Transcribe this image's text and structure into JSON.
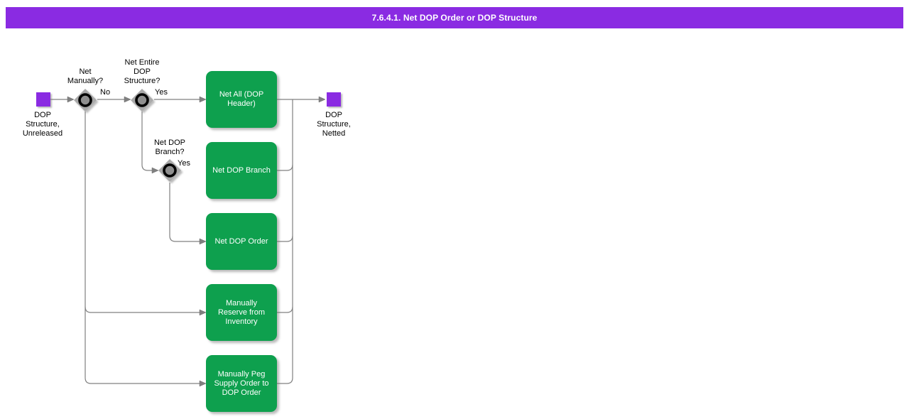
{
  "title_bar": {
    "text": "7.6.4.1. Net DOP Order or DOP Structure",
    "background_color": "#8A2BE2",
    "text_color": "#FFFFFF"
  },
  "colors": {
    "activity_green": "#0EA04E",
    "terminal_purple": "#8A2BE2",
    "connector_gray": "#808080",
    "decision_gray": "#A9A9A9"
  },
  "nodes": {
    "start": {
      "label": "DOP\nStructure,\nUnreleased"
    },
    "end": {
      "label": "DOP\nStructure,\nNetted"
    }
  },
  "decisions": [
    {
      "question": "Net\nManually?",
      "branch_label": "No"
    },
    {
      "question": "Net Entire\nDOP\nStructure?",
      "branch_label": "Yes"
    },
    {
      "question": "Net DOP\nBranch?",
      "branch_label": "Yes"
    }
  ],
  "activities": [
    {
      "label": "Net All (DOP\nHeader)"
    },
    {
      "label": "Net DOP Branch"
    },
    {
      "label": "Net DOP Order"
    },
    {
      "label": "Manually\nReserve from\nInventory"
    },
    {
      "label": "Manually Peg\nSupply Order to\nDOP Order"
    }
  ]
}
